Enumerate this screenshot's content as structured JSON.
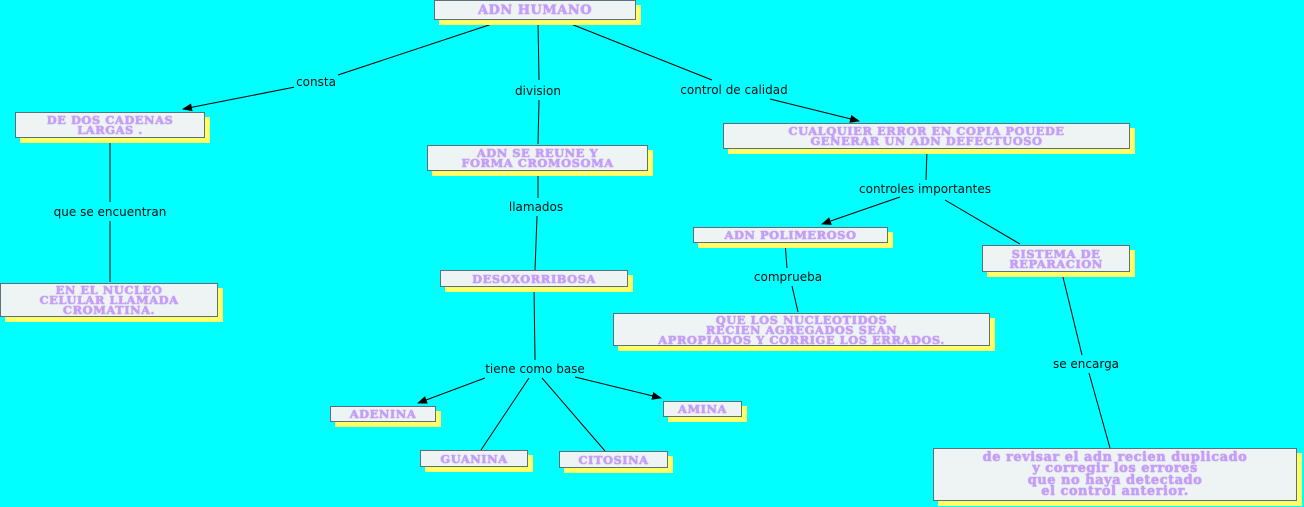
{
  "colors": {
    "background": "#00ffff",
    "node_fill": "#eef4f4",
    "node_border": "#5c6f7a",
    "node_shadow": "#ffff66",
    "node_text": "#c99bff",
    "line": "#000000"
  },
  "nodes": {
    "root": "ADN HUMANO",
    "dos_cadenas": "DE DOS CADENAS\nLARGAS .",
    "nucleo": "EN EL NUCLEO\nCELULAR LLAMADA\nCROMATINA.",
    "cromosoma": "ADN SE REUNE Y\nFORMA CROMOSOMA",
    "desoxorribosa": "DESOXORRIBOSA",
    "adenina": "ADENINA",
    "guanina": "GUANINA",
    "citosina": "CITOSINA",
    "amina": "AMINA",
    "error": "CUALQUIER ERROR EN COPIA POUEDE\nGENERAR UN ADN DEFECTUOSO",
    "polimeroso": "ADN POLIMEROSO",
    "nucleotidos": "QUE LOS NUCLEOTIDOS\nRECIEN AGREGADOS SEAN\nAPROPIADOS Y CORRIGE LOS ERRADOS.",
    "reparacion": "SISTEMA DE\nREPARACION",
    "revisar": "de revisar el adn recien duplicado\ny corregir los errores\nque no haya detectado\nel control anterior."
  },
  "labels": {
    "consta": "consta",
    "division": "division",
    "control_calidad": "control de calidad",
    "que_se_encuentran": "que se encuentran",
    "llamados": "llamados",
    "tiene_como_base": "tiene como base",
    "controles_importantes": "controles importantes",
    "comprueba": "comprueba",
    "se_encarga": "se encarga"
  }
}
